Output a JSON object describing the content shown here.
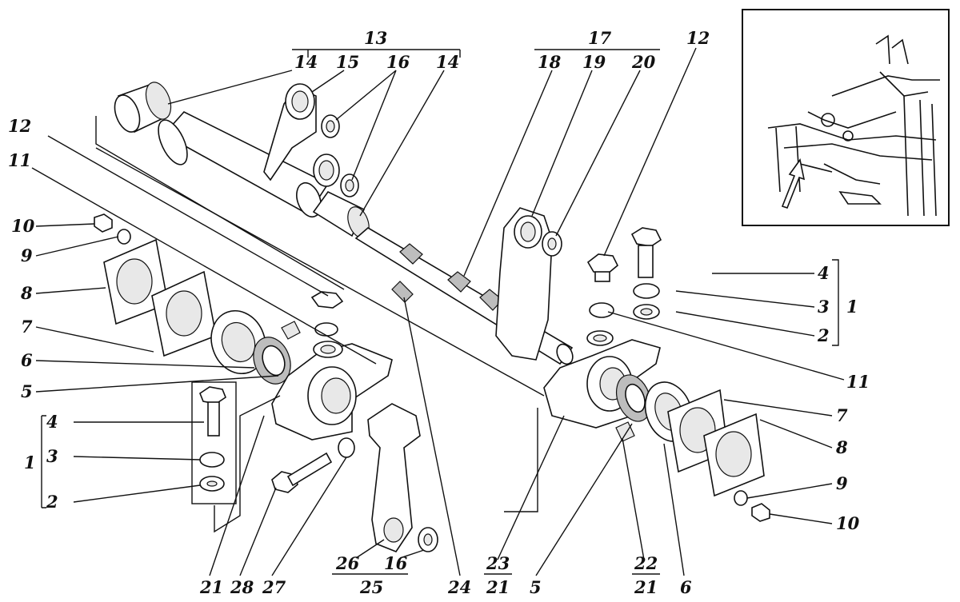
{
  "labels": {
    "l1a": "1",
    "l2a": "2",
    "l3a": "3",
    "l4a": "4",
    "l5a": "5",
    "l6a": "6",
    "l7a": "7",
    "l8a": "8",
    "l9a": "9",
    "l10a": "10",
    "l11a": "11",
    "l12a": "12",
    "l13": "13",
    "l14a": "14",
    "l15": "15",
    "l16a": "16",
    "l14b": "14",
    "l17": "17",
    "l18": "18",
    "l19": "19",
    "l20": "20",
    "l12b": "12",
    "l4b": "4",
    "l3b": "3",
    "l2b": "2",
    "l1b": "1",
    "l11b": "11",
    "l7b": "7",
    "l8b": "8",
    "l9b": "9",
    "l10b": "10",
    "l21a": "21",
    "l28": "28",
    "l27": "27",
    "l26": "26",
    "l16b": "16",
    "l25": "25",
    "l24": "24",
    "l23": "23",
    "l21b": "21",
    "l5b": "5",
    "l22": "22",
    "l21c": "21",
    "l6b": "6"
  }
}
